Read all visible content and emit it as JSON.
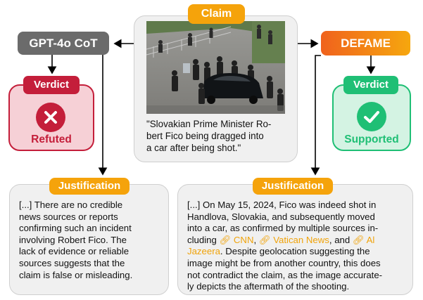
{
  "claim": {
    "label": "Claim",
    "quote": "\"Slovakian Prime Minister Ro-\nbert Fico being dragged into\na car after being shot.\""
  },
  "left": {
    "model_label": "GPT-4o CoT",
    "verdict_label": "Verdict",
    "verdict_value": "Refuted",
    "justification_label": "Justification",
    "justification_text": "[...] There are no credible\nnews sources or reports\nconfirming such an incident\ninvolving Robert Fico. The\nlack of evidence or reliable\nsources suggests that the\nclaim is false or misleading."
  },
  "right": {
    "model_label": "DEFAME",
    "verdict_label": "Verdict",
    "verdict_value": "Supported",
    "justification_label": "Justification",
    "just_line1": "[...] On May 15, 2024, Fico was indeed shot in",
    "just_line2": "Handlova, Slovakia, and subsequently moved",
    "just_line3": "into a car, as confirmed by multiple sources in-",
    "just_line4_pre": "cluding ",
    "source1": "CNN",
    "sep1": ", ",
    "source2": "Vatican News",
    "sep2": ", and ",
    "source3_a": "Al",
    "source3_b": "Jazeera",
    "just_line5_post": ". Despite geolocation suggesting the",
    "just_rest": "image might be from another country, this does\nnot contradict the claim, as the image accurate-\nly depicts the aftermath of the shooting."
  },
  "colors": {
    "orange": "#f5a30b",
    "gray_tag": "#6b6b6b",
    "refuted": "#c41e3a",
    "refuted_bg": "#f6d0d6",
    "supported": "#1fbf75",
    "supported_bg": "#d4f3e3",
    "source_link": "#f0a30a"
  }
}
